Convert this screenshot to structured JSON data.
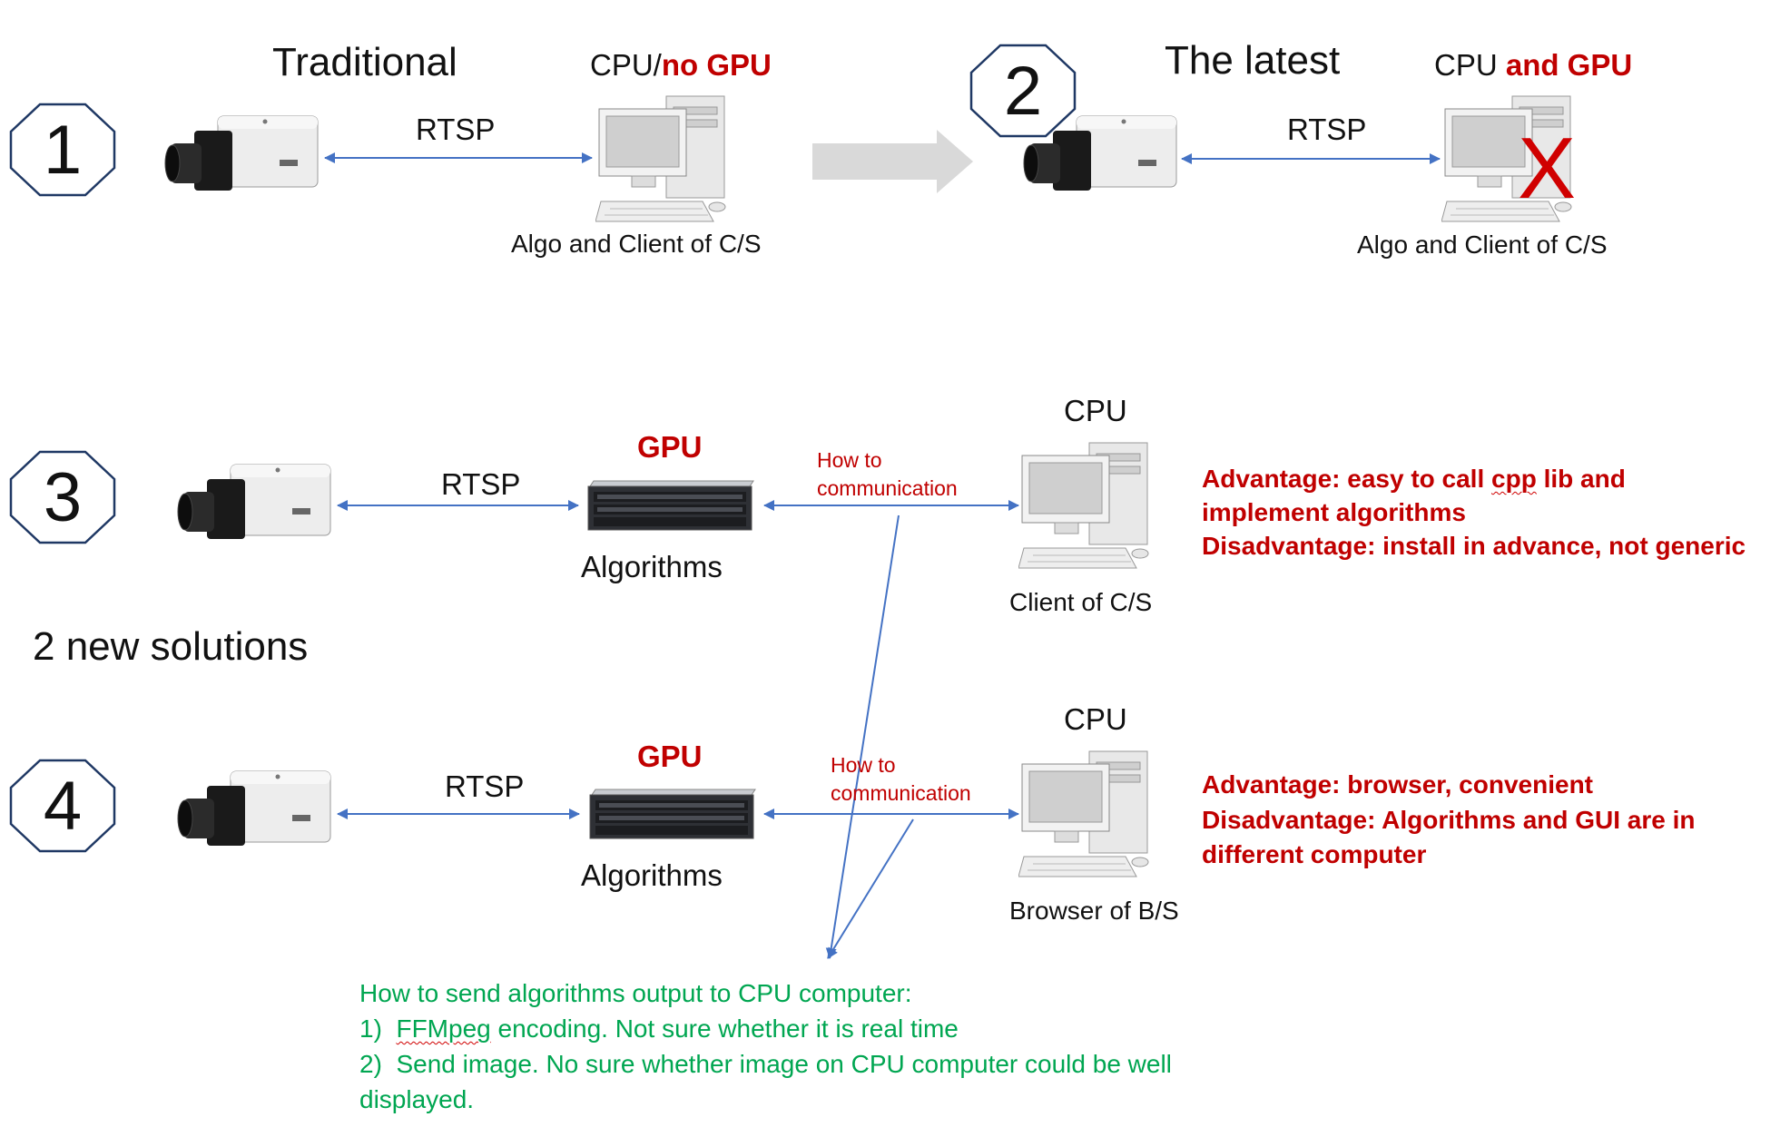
{
  "colors": {
    "arrow_blue": "#4472c4",
    "accent_red": "#c00000",
    "note_green": "#00a651",
    "badge_navy": "#1f3864",
    "flow_arrow_gray": "#d9d9d9"
  },
  "row1": {
    "badge": "1",
    "title": "Traditional",
    "link": "RTSP",
    "pc_label_prefix": "CPU/",
    "pc_label_highlight": "no GPU",
    "pc_caption": "Algo and Client of C/S"
  },
  "row2": {
    "badge": "2",
    "title": "The latest",
    "link": "RTSP",
    "pc_label_prefix": "CPU ",
    "pc_label_highlight": "and GPU",
    "cross_mark": "X",
    "pc_caption": "Algo and Client of C/S"
  },
  "section_label": "2 new solutions",
  "row3": {
    "badge": "3",
    "link": "RTSP",
    "server_label": "GPU",
    "server_caption": "Algorithms",
    "comm_line1": "How to",
    "comm_line2": "communication",
    "pc_label": "CPU",
    "pc_caption": "Client of C/S",
    "notes": [
      "Advantage: easy to call ",
      "cpp",
      " lib and",
      "implement algorithms",
      "Disadvantage: install in advance, not generic"
    ]
  },
  "row4": {
    "badge": "4",
    "link": "RTSP",
    "server_label": "GPU",
    "server_caption": "Algorithms",
    "comm_line1": "How to",
    "comm_line2": "communication",
    "pc_label": "CPU",
    "pc_caption": "Browser of B/S",
    "notes": [
      "Advantage: browser, convenient",
      "Disadvantage: Algorithms and GUI are in",
      "different computer"
    ]
  },
  "output_note": {
    "heading": "How to send algorithms output to CPU computer:",
    "item1_num": "1)",
    "item1_word": "FFMpeg",
    "item1_rest": " encoding. Not sure whether it is real time",
    "item2_num": "2)",
    "item2_rest": "Send image. No sure whether image on CPU computer could be well",
    "item2_cont": "displayed."
  },
  "icons": {
    "camera": "ip-camera-icon",
    "computer": "desktop-computer-icon",
    "server": "rack-server-icon",
    "badge": "octagon-badge",
    "flow": "right-flow-arrow"
  }
}
